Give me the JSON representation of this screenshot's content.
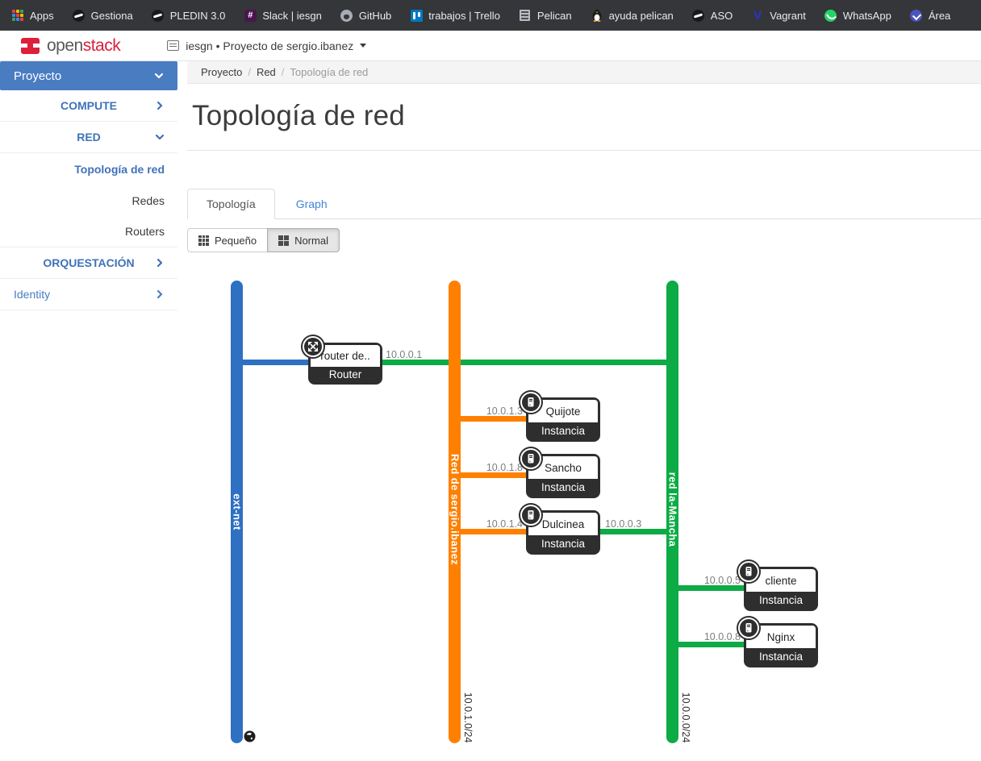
{
  "colors": {
    "bookmarks_bar_bg": "#35363a",
    "sidebar_accent": "#4a7cc2",
    "link_blue": "#3f72b8",
    "logo_red": "#dd1f3c",
    "net_ext": "#2e70c2",
    "net_sergio": "#ff8000",
    "net_mancha": "#0cab45",
    "node_dark": "#2e2e2e"
  },
  "bookmarks": {
    "items": [
      {
        "label": "Apps",
        "icon": "apps-grid-icon"
      },
      {
        "label": "Gestiona",
        "icon": "globe-icon"
      },
      {
        "label": "PLEDIN 3.0",
        "icon": "globe-icon"
      },
      {
        "label": "Slack | iesgn",
        "icon": "slack-icon"
      },
      {
        "label": "GitHub",
        "icon": "github-icon"
      },
      {
        "label": "trabajos | Trello",
        "icon": "trello-icon"
      },
      {
        "label": "Pelican",
        "icon": "building-icon"
      },
      {
        "label": "ayuda pelican",
        "icon": "penguin-icon"
      },
      {
        "label": "ASO",
        "icon": "globe-icon"
      },
      {
        "label": "Vagrant",
        "icon": "vagrant-icon"
      },
      {
        "label": "WhatsApp",
        "icon": "whatsapp-icon"
      },
      {
        "label": "Área",
        "icon": "teams-icon"
      }
    ]
  },
  "header": {
    "logo_open": "open",
    "logo_stack": "stack",
    "context_switcher": "iesgn • Proyecto de sergio.ibanez"
  },
  "sidebar": {
    "panel_header": "Proyecto",
    "items": [
      {
        "label": "COMPUTE"
      },
      {
        "label": "RED"
      },
      {
        "label": "Topología de red"
      },
      {
        "label": "Redes"
      },
      {
        "label": "Routers"
      },
      {
        "label": "ORQUESTACIÓN"
      },
      {
        "label": "Identity"
      }
    ]
  },
  "breadcrumb": {
    "separator": "/",
    "items": [
      "Proyecto",
      "Red",
      "Topología de red"
    ]
  },
  "page": {
    "title": "Topología de red"
  },
  "tabs": {
    "topologia": "Topología",
    "graph": "Graph"
  },
  "toolbar": {
    "small_label": "Pequeño",
    "normal_label": "Normal"
  },
  "topology": {
    "networks": [
      {
        "name": "ext-net",
        "cidr": "",
        "external": true
      },
      {
        "name": "Red de sergio.ibanez",
        "cidr": "10.0.1.0/24",
        "external": false
      },
      {
        "name": "red la-Mancha",
        "cidr": "10.0.0.0/24",
        "external": false
      }
    ],
    "router": {
      "name": "router de..",
      "category": "Router",
      "ip_right": "10.0.0.1"
    },
    "instances": [
      {
        "name": "Quijote",
        "category": "Instancia",
        "ip_left": "10.0.1.3",
        "ip_right": ""
      },
      {
        "name": "Sancho",
        "category": "Instancia",
        "ip_left": "10.0.1.8",
        "ip_right": ""
      },
      {
        "name": "Dulcinea",
        "category": "Instancia",
        "ip_left": "10.0.1.4",
        "ip_right": "10.0.0.3"
      },
      {
        "name": "cliente",
        "category": "Instancia",
        "ip_left": "10.0.0.5",
        "ip_right": ""
      },
      {
        "name": "Nginx",
        "category": "Instancia",
        "ip_left": "10.0.0.8",
        "ip_right": ""
      }
    ]
  }
}
